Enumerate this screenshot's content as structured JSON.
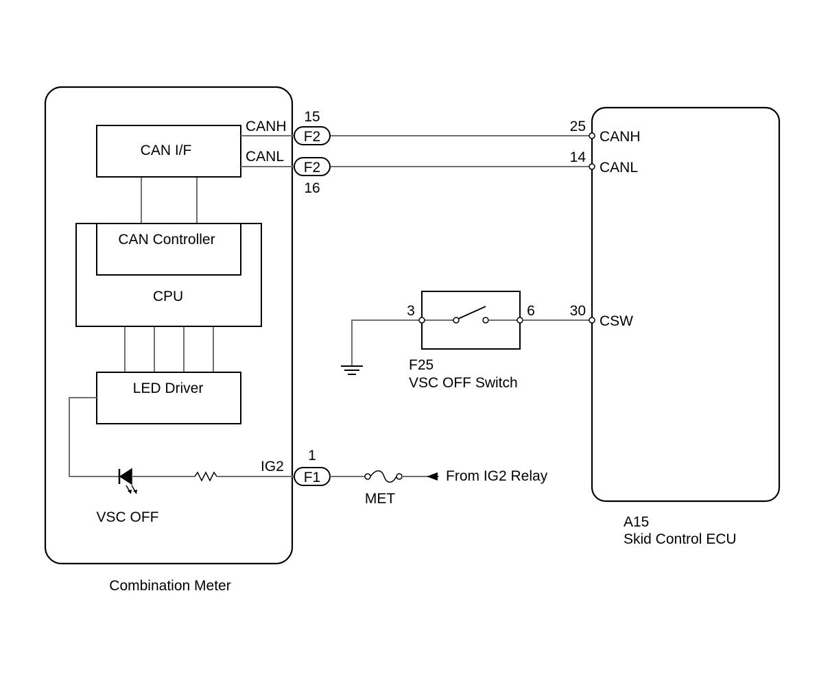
{
  "combination_meter": {
    "title": "Combination Meter",
    "can_if_label": "CAN I/F",
    "can_controller_label": "CAN Controller",
    "cpu_label": "CPU",
    "led_driver_label": "LED Driver",
    "led_label": "VSC OFF",
    "ig2_label": "IG2"
  },
  "connectors": {
    "canh": {
      "code": "F2",
      "pin": "15",
      "signal": "CANH"
    },
    "canl": {
      "code": "F2",
      "pin": "16",
      "signal": "CANL"
    },
    "ig2": {
      "code": "F1",
      "pin": "1"
    }
  },
  "fuse": {
    "label": "MET",
    "source": "From IG2 Relay"
  },
  "switch": {
    "code": "F25",
    "name": "VSC OFF Switch",
    "pin_left": "3",
    "pin_right": "6"
  },
  "ecu": {
    "code": "A15",
    "name": "Skid Control ECU",
    "pins": [
      {
        "num": "25",
        "signal": "CANH"
      },
      {
        "num": "14",
        "signal": "CANL"
      },
      {
        "num": "30",
        "signal": "CSW"
      }
    ]
  }
}
